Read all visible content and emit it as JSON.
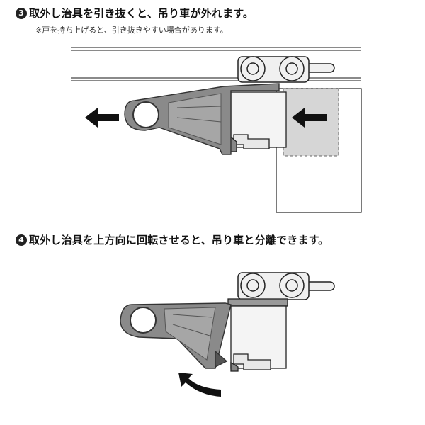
{
  "steps": [
    {
      "number": "3",
      "text": "取外し治具を引き抜くと、吊り車が外れます。",
      "note": "※戸を持ち上げると、引き抜きやすい場合があります。"
    },
    {
      "number": "4",
      "text": "取外し治具を上方向に回転させると、吊り車と分離できます。"
    }
  ],
  "colors": {
    "jig": "#8a8a8a",
    "jig_dark": "#4a4a4a",
    "arrow": "#111111",
    "door_shade": "#d6d6d6",
    "hanger": "#f4f4f4",
    "line": "#222222"
  },
  "icons": {
    "left_arrow": "arrow-left-icon",
    "rotate_arrow": "curved-arrow-icon"
  }
}
